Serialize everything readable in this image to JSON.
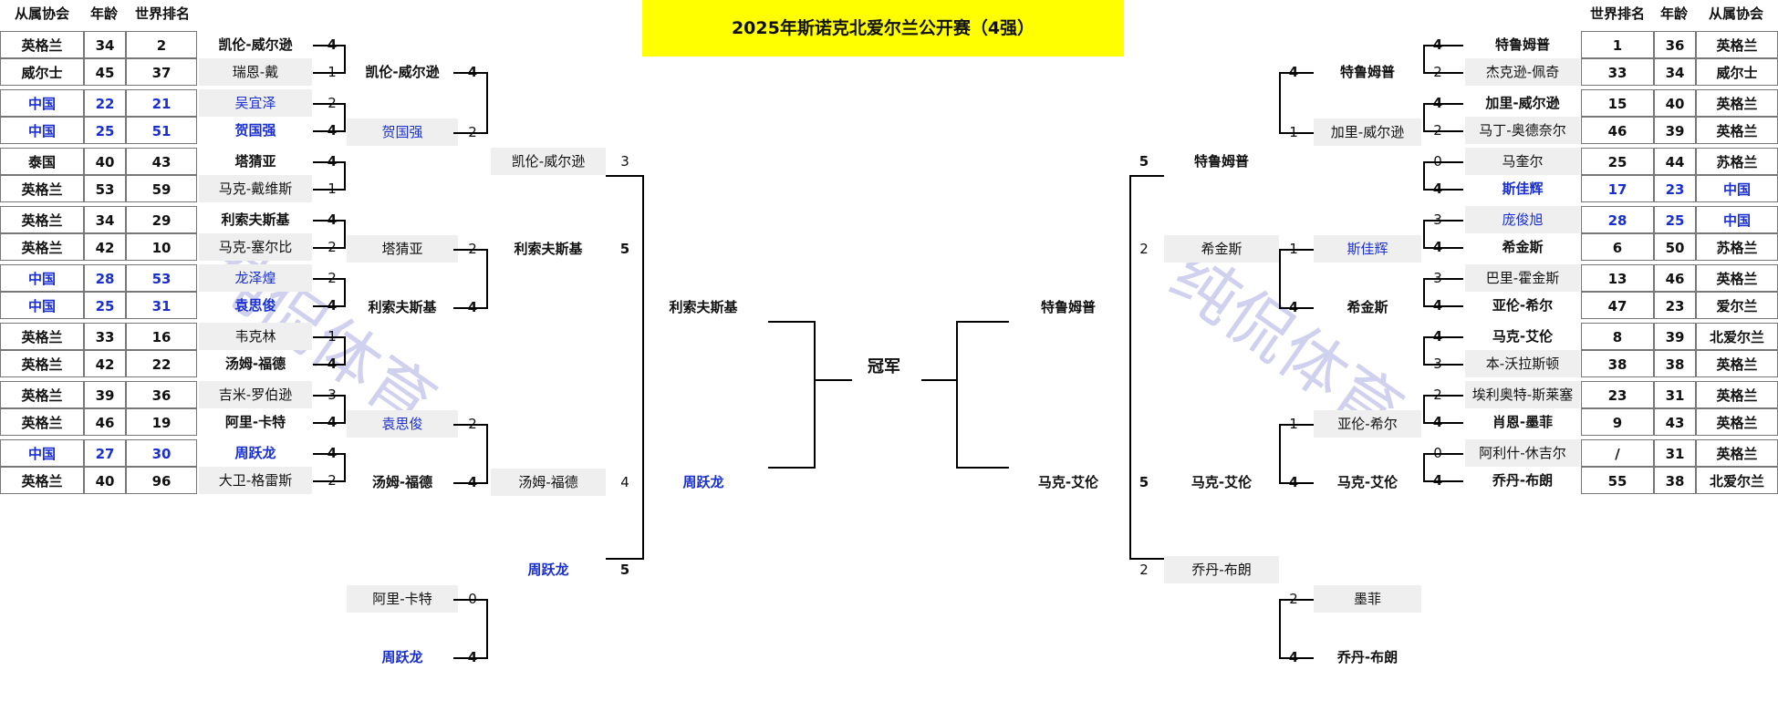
{
  "title": "2025年斯诺克北爱尔兰公开赛（4强）",
  "champion_label": "冠军",
  "watermark": "纯侃体育",
  "left_headers": [
    "从属协会",
    "年龄",
    "世界排名"
  ],
  "right_headers": [
    "世界排名",
    "年龄",
    "从属协会"
  ],
  "left_players": [
    {
      "assoc": "英格兰",
      "age": "34",
      "rank": "2",
      "blue": false
    },
    {
      "assoc": "威尔士",
      "age": "45",
      "rank": "37",
      "blue": false
    },
    {
      "assoc": "中国",
      "age": "22",
      "rank": "21",
      "blue": true
    },
    {
      "assoc": "中国",
      "age": "25",
      "rank": "51",
      "blue": true
    },
    {
      "assoc": "泰国",
      "age": "40",
      "rank": "43",
      "blue": false
    },
    {
      "assoc": "英格兰",
      "age": "53",
      "rank": "59",
      "blue": false
    },
    {
      "assoc": "英格兰",
      "age": "34",
      "rank": "29",
      "blue": false
    },
    {
      "assoc": "英格兰",
      "age": "42",
      "rank": "10",
      "blue": false
    },
    {
      "assoc": "中国",
      "age": "28",
      "rank": "53",
      "blue": true
    },
    {
      "assoc": "中国",
      "age": "25",
      "rank": "31",
      "blue": true
    },
    {
      "assoc": "英格兰",
      "age": "33",
      "rank": "16",
      "blue": false
    },
    {
      "assoc": "英格兰",
      "age": "42",
      "rank": "22",
      "blue": false
    },
    {
      "assoc": "英格兰",
      "age": "39",
      "rank": "36",
      "blue": false
    },
    {
      "assoc": "英格兰",
      "age": "46",
      "rank": "19",
      "blue": false
    },
    {
      "assoc": "中国",
      "age": "27",
      "rank": "30",
      "blue": true
    },
    {
      "assoc": "英格兰",
      "age": "40",
      "rank": "96",
      "blue": false
    }
  ],
  "right_players": [
    {
      "rank": "1",
      "age": "36",
      "assoc": "英格兰",
      "blue": false
    },
    {
      "rank": "33",
      "age": "34",
      "assoc": "威尔士",
      "blue": false
    },
    {
      "rank": "15",
      "age": "40",
      "assoc": "英格兰",
      "blue": false
    },
    {
      "rank": "46",
      "age": "39",
      "assoc": "英格兰",
      "blue": false
    },
    {
      "rank": "25",
      "age": "44",
      "assoc": "苏格兰",
      "blue": false
    },
    {
      "rank": "17",
      "age": "23",
      "assoc": "中国",
      "blue": true
    },
    {
      "rank": "28",
      "age": "25",
      "assoc": "中国",
      "blue": true
    },
    {
      "rank": "6",
      "age": "50",
      "assoc": "苏格兰",
      "blue": false
    },
    {
      "rank": "13",
      "age": "46",
      "assoc": "英格兰",
      "blue": false
    },
    {
      "rank": "47",
      "age": "23",
      "assoc": "爱尔兰",
      "blue": false
    },
    {
      "rank": "8",
      "age": "39",
      "assoc": "北爱尔兰",
      "blue": false
    },
    {
      "rank": "38",
      "age": "38",
      "assoc": "英格兰",
      "blue": false
    },
    {
      "rank": "23",
      "age": "31",
      "assoc": "英格兰",
      "blue": false
    },
    {
      "rank": "9",
      "age": "43",
      "assoc": "英格兰",
      "blue": false
    },
    {
      "rank": "/",
      "age": "31",
      "assoc": "英格兰",
      "blue": false
    },
    {
      "rank": "55",
      "age": "38",
      "assoc": "北爱尔兰",
      "blue": false
    }
  ],
  "left_r1": [
    {
      "name": "凯伦-威尔逊",
      "score": "4",
      "win": true,
      "blue": false
    },
    {
      "name": "瑞恩-戴",
      "score": "1",
      "win": false,
      "blue": false
    },
    {
      "name": "吴宜泽",
      "score": "2",
      "win": false,
      "blue": true
    },
    {
      "name": "贺国强",
      "score": "4",
      "win": true,
      "blue": true
    },
    {
      "name": "塔猜亚",
      "score": "4",
      "win": true,
      "blue": false
    },
    {
      "name": "马克-戴维斯",
      "score": "1",
      "win": false,
      "blue": false
    },
    {
      "name": "利索夫斯基",
      "score": "4",
      "win": true,
      "blue": false
    },
    {
      "name": "马克-塞尔比",
      "score": "2",
      "win": false,
      "blue": false
    },
    {
      "name": "龙泽煌",
      "score": "2",
      "win": false,
      "blue": true
    },
    {
      "name": "袁思俊",
      "score": "4",
      "win": true,
      "blue": true
    },
    {
      "name": "韦克林",
      "score": "1",
      "win": false,
      "blue": false
    },
    {
      "name": "汤姆-福德",
      "score": "4",
      "win": true,
      "blue": false
    },
    {
      "name": "吉米-罗伯逊",
      "score": "3",
      "win": false,
      "blue": false
    },
    {
      "name": "阿里-卡特",
      "score": "4",
      "win": true,
      "blue": false
    },
    {
      "name": "周跃龙",
      "score": "4",
      "win": true,
      "blue": true
    },
    {
      "name": "大卫-格雷斯",
      "score": "2",
      "win": false,
      "blue": false
    }
  ],
  "left_r2": [
    {
      "name": "凯伦-威尔逊",
      "score": "4",
      "win": true,
      "blue": false
    },
    {
      "name": "贺国强",
      "score": "2",
      "win": false,
      "blue": true
    },
    {
      "name": "塔猜亚",
      "score": "2",
      "win": false,
      "blue": false
    },
    {
      "name": "利索夫斯基",
      "score": "4",
      "win": true,
      "blue": false
    },
    {
      "name": "袁思俊",
      "score": "2",
      "win": false,
      "blue": true
    },
    {
      "name": "汤姆-福德",
      "score": "4",
      "win": true,
      "blue": false
    },
    {
      "name": "阿里-卡特",
      "score": "0",
      "win": false,
      "blue": false
    },
    {
      "name": "周跃龙",
      "score": "4",
      "win": true,
      "blue": true
    }
  ],
  "left_qf": [
    {
      "name": "凯伦-威尔逊",
      "score": "3",
      "win": false,
      "blue": false
    },
    {
      "name": "利索夫斯基",
      "score": "5",
      "win": true,
      "blue": false
    },
    {
      "name": "汤姆-福德",
      "score": "4",
      "win": false,
      "blue": false
    },
    {
      "name": "周跃龙",
      "score": "5",
      "win": true,
      "blue": true
    }
  ],
  "left_sf": [
    {
      "name": "利索夫斯基",
      "blue": false
    },
    {
      "name": "周跃龙",
      "blue": true
    }
  ],
  "right_r1": [
    {
      "name": "特鲁姆普",
      "score": "4",
      "win": true,
      "blue": false
    },
    {
      "name": "杰克逊-佩奇",
      "score": "2",
      "win": false,
      "blue": false
    },
    {
      "name": "加里-威尔逊",
      "score": "4",
      "win": true,
      "blue": false
    },
    {
      "name": "马丁-奥德奈尔",
      "score": "2",
      "win": false,
      "blue": false
    },
    {
      "name": "马奎尔",
      "score": "0",
      "win": false,
      "blue": false
    },
    {
      "name": "斯佳辉",
      "score": "4",
      "win": true,
      "blue": true
    },
    {
      "name": "庞俊旭",
      "score": "3",
      "win": false,
      "blue": true
    },
    {
      "name": "希金斯",
      "score": "4",
      "win": true,
      "blue": false
    },
    {
      "name": "巴里-霍金斯",
      "score": "3",
      "win": false,
      "blue": false
    },
    {
      "name": "亚伦-希尔",
      "score": "4",
      "win": true,
      "blue": false
    },
    {
      "name": "马克-艾伦",
      "score": "4",
      "win": true,
      "blue": false
    },
    {
      "name": "本-沃拉斯顿",
      "score": "3",
      "win": false,
      "blue": false
    },
    {
      "name": "埃利奥特-斯莱塞",
      "score": "2",
      "win": false,
      "blue": false
    },
    {
      "name": "肖恩-墨菲",
      "score": "4",
      "win": true,
      "blue": false
    },
    {
      "name": "阿利什-休吉尔",
      "score": "0",
      "win": false,
      "blue": false
    },
    {
      "name": "乔丹-布朗",
      "score": "4",
      "win": true,
      "blue": false
    }
  ],
  "right_r2": [
    {
      "name": "特鲁姆普",
      "score": "4",
      "win": true,
      "blue": false
    },
    {
      "name": "加里-威尔逊",
      "score": "1",
      "win": false,
      "blue": false
    },
    {
      "name": "斯佳辉",
      "score": "1",
      "win": false,
      "blue": true
    },
    {
      "name": "希金斯",
      "score": "4",
      "win": true,
      "blue": false
    },
    {
      "name": "亚伦-希尔",
      "score": "1",
      "win": false,
      "blue": false
    },
    {
      "name": "马克-艾伦",
      "score": "4",
      "win": true,
      "blue": false
    },
    {
      "name": "墨菲",
      "score": "2",
      "win": false,
      "blue": false
    },
    {
      "name": "乔丹-布朗",
      "score": "4",
      "win": true,
      "blue": false
    }
  ],
  "right_qf": [
    {
      "name": "特鲁姆普",
      "score": "5",
      "win": true,
      "blue": false
    },
    {
      "name": "希金斯",
      "score": "2",
      "win": false,
      "blue": false
    },
    {
      "name": "马克-艾伦",
      "score": "5",
      "win": true,
      "blue": false
    },
    {
      "name": "乔丹-布朗",
      "score": "2",
      "win": false,
      "blue": false
    }
  ],
  "right_sf": [
    {
      "name": "特鲁姆普",
      "blue": false
    },
    {
      "name": "马克-艾伦",
      "blue": false
    }
  ]
}
